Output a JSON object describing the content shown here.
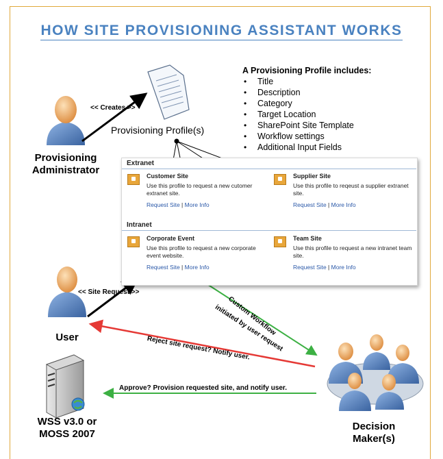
{
  "title": "HOW SITE PROVISIONING ASSISTANT WORKS",
  "actors": {
    "admin": "Provisioning\nAdministrator",
    "user": "User",
    "server": "WSS v3.0 or\nMOSS 2007",
    "decision": "Decision\nMaker(s)",
    "profile": "Provisioning Profile(s)"
  },
  "edges": {
    "creates": "<< Creates >>",
    "site_request": "<< Site Request >>",
    "custom_workflow": "Custom Workflow",
    "initiated": "initiated by user request",
    "reject": "Reject site request? Notify user.",
    "approve": "Approve? Provision requested site, and notify user."
  },
  "includes": {
    "heading": "A Provisioning Profile includes:",
    "items": [
      "Title",
      "Description",
      "Category",
      "Target Location",
      "SharePoint Site Template",
      "Workflow settings",
      "Additional Input Fields"
    ]
  },
  "panel": {
    "extranet_label": "Extranet",
    "intranet_label": "Intranet",
    "request_link": "Request Site",
    "more_link": "More Info",
    "pipe": "|",
    "cards": [
      {
        "title": "Customer Site",
        "desc": "Use this profile to request a new cutomer extranet site."
      },
      {
        "title": "Supplier Site",
        "desc": "Use this profile to reqeust a supplier extranet site."
      },
      {
        "title": "Corporate Event",
        "desc": "Use this profile to request a new corporate event website."
      },
      {
        "title": "Team Site",
        "desc": "Use this profile to request a new intranet team site."
      }
    ]
  },
  "colors": {
    "title": "#4a82c0",
    "frame": "#e0a83a",
    "reject_arrow": "#e53935",
    "approve_arrow": "#3cb043",
    "person_body": "#5b86c0",
    "person_head": "#f2b06a"
  }
}
